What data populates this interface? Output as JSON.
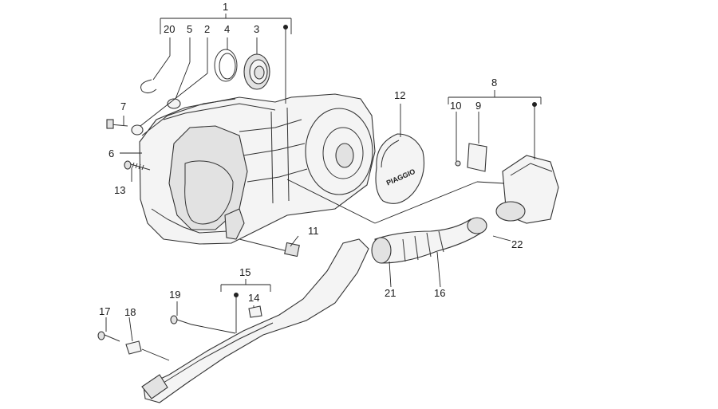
{
  "diagram": {
    "callouts": [
      {
        "id": "c1",
        "text": "1"
      },
      {
        "id": "c2",
        "text": "2"
      },
      {
        "id": "c3",
        "text": "3"
      },
      {
        "id": "c4",
        "text": "4"
      },
      {
        "id": "c5",
        "text": "5"
      },
      {
        "id": "c6",
        "text": "6"
      },
      {
        "id": "c7",
        "text": "7"
      },
      {
        "id": "c8",
        "text": "8"
      },
      {
        "id": "c9",
        "text": "9"
      },
      {
        "id": "c10",
        "text": "10"
      },
      {
        "id": "c11",
        "text": "11"
      },
      {
        "id": "c12",
        "text": "12"
      },
      {
        "id": "c13",
        "text": "13"
      },
      {
        "id": "c14",
        "text": "14"
      },
      {
        "id": "c15",
        "text": "15"
      },
      {
        "id": "c16",
        "text": "16"
      },
      {
        "id": "c17",
        "text": "17"
      },
      {
        "id": "c18",
        "text": "18"
      },
      {
        "id": "c19",
        "text": "19"
      },
      {
        "id": "c20",
        "text": "20"
      },
      {
        "id": "c21",
        "text": "21"
      },
      {
        "id": "c22",
        "text": "22"
      }
    ],
    "logo_text": "PIAGGIO"
  }
}
